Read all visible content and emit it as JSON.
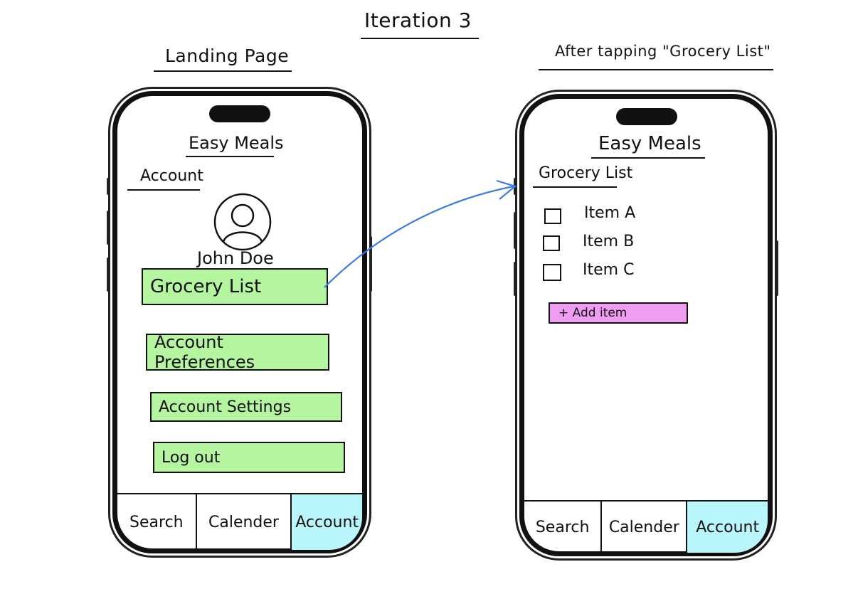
{
  "header": {
    "title": "Iteration 3"
  },
  "left_screen": {
    "caption": "Landing Page",
    "app_title": "Easy Meals",
    "section": "Account",
    "user_name": "John Doe",
    "buttons": [
      "Grocery List",
      "Account Preferences",
      "Account Settings",
      "Log out"
    ],
    "tabs": [
      "Search",
      "Calender",
      "Account"
    ],
    "active_tab": "Account"
  },
  "right_screen": {
    "caption": "After tapping \"Grocery List\"",
    "app_title": "Easy Meals",
    "section": "Grocery List",
    "items": [
      "Item A",
      "Item B",
      "Item C"
    ],
    "add_button": "+ Add item",
    "tabs": [
      "Search",
      "Calender",
      "Account"
    ],
    "active_tab": "Account"
  },
  "colors": {
    "button_green": "#b5f5a0",
    "add_pink": "#ef9df0",
    "active_tab_cyan": "#b9f6fb",
    "arrow_blue": "#3b7de0"
  }
}
